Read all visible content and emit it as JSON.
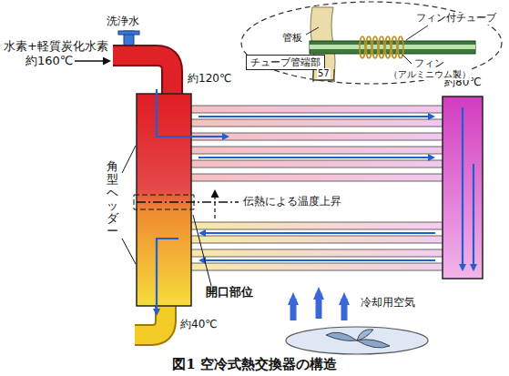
{
  "diagram": {
    "caption": "図1 空冷式熱交換器の構造",
    "nodes": [
      {
        "text": [
          "チューブ管端部"
        ]
      }
    ],
    "labels": [
      "洗浄水",
      "水素+軽質炭化水素",
      "約160℃",
      "約120℃",
      "約80℃",
      "角型ヘッダー",
      "伝熱による温度上昇",
      "開口部位",
      "冷却用空気",
      "約40℃",
      "管板",
      "フィン付チューブ",
      "フィン",
      "（アルミニウム製）",
      "57"
    ]
  }
}
